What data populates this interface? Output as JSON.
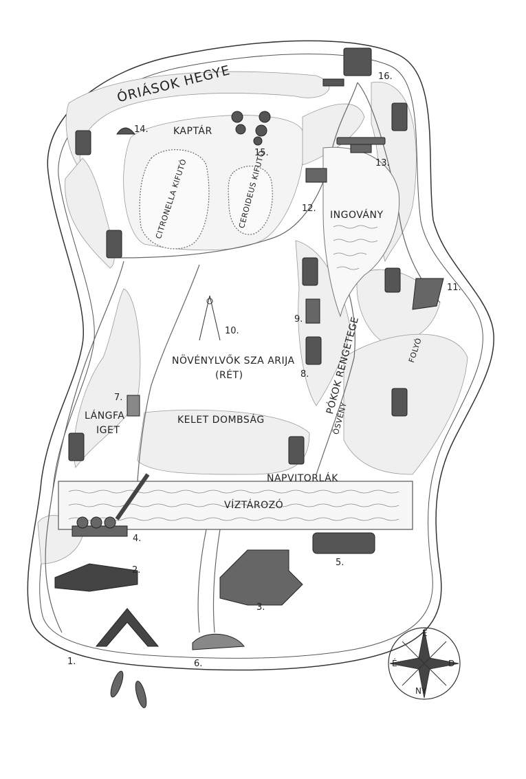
{
  "labels": {
    "giants_mountain": "ÓRIÁSOK HEGYE",
    "hive": "KAPTÁR",
    "citronella_track": "CITRONELLA KIFUTÓ",
    "ceroid_track": "CEROIDEUS KIFUTÓ",
    "swamp": "INGOVÁNY",
    "meadow_line1": "NÖVÉNYLVŐK SZA ARIJA",
    "meadow_line2": "(RÉT)",
    "east_hills": "KELET DOMBSÁG",
    "flame_tree_line1": "LÁNGFA",
    "flame_tree_line2": "IGET",
    "spider_jungle": "PÓKOK RENGETEGE",
    "jungle_path": "ÖSVÉNY",
    "solar_sails": "NAPVITORLÁK",
    "reservoir": "VÍZTÁROZÓ",
    "small_river": "FOLYÓ"
  },
  "numbers": {
    "n1": "1.",
    "n2": "2.",
    "n3": "3.",
    "n4": "4.",
    "n5": "5.",
    "n6": "6.",
    "n7": "7.",
    "n8": "8.",
    "n9": "9.",
    "n10": "10.",
    "n11": "11.",
    "n12": "12.",
    "n13": "13.",
    "n14": "14.",
    "n15": "15.",
    "n16": "16."
  },
  "compass": {
    "north": "É",
    "south": "NY",
    "east": "D",
    "west": "É"
  },
  "colors": {
    "outline": "#333333",
    "hill_fill": "#ececec",
    "building": "#444444",
    "water_line": "#777777"
  }
}
